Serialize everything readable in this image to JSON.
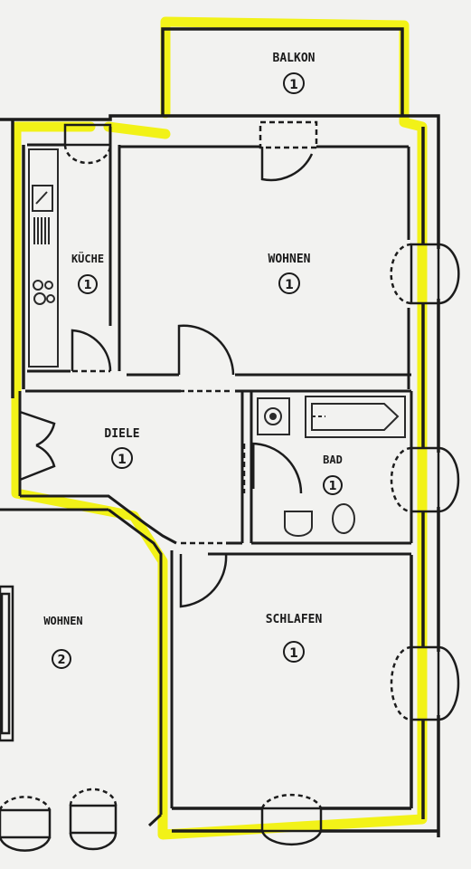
{
  "colors": {
    "background": "#f2f2f0",
    "wall": "#1c1c1c",
    "highlight": "#f2f200",
    "fixture": "#2a2a2a"
  },
  "rooms": [
    {
      "id": "balkon",
      "label": "BALKON",
      "unit": "1"
    },
    {
      "id": "wohnen1",
      "label": "WOHNEN",
      "unit": "1"
    },
    {
      "id": "kueche",
      "label": "KÜCHE",
      "unit": "1"
    },
    {
      "id": "diele",
      "label": "DIELE",
      "unit": "1"
    },
    {
      "id": "bad",
      "label": "BAD",
      "unit": "1"
    },
    {
      "id": "schlafen",
      "label": "SCHLAFEN",
      "unit": "1"
    },
    {
      "id": "wohnen2",
      "label": "WOHNEN",
      "unit": "2"
    }
  ]
}
